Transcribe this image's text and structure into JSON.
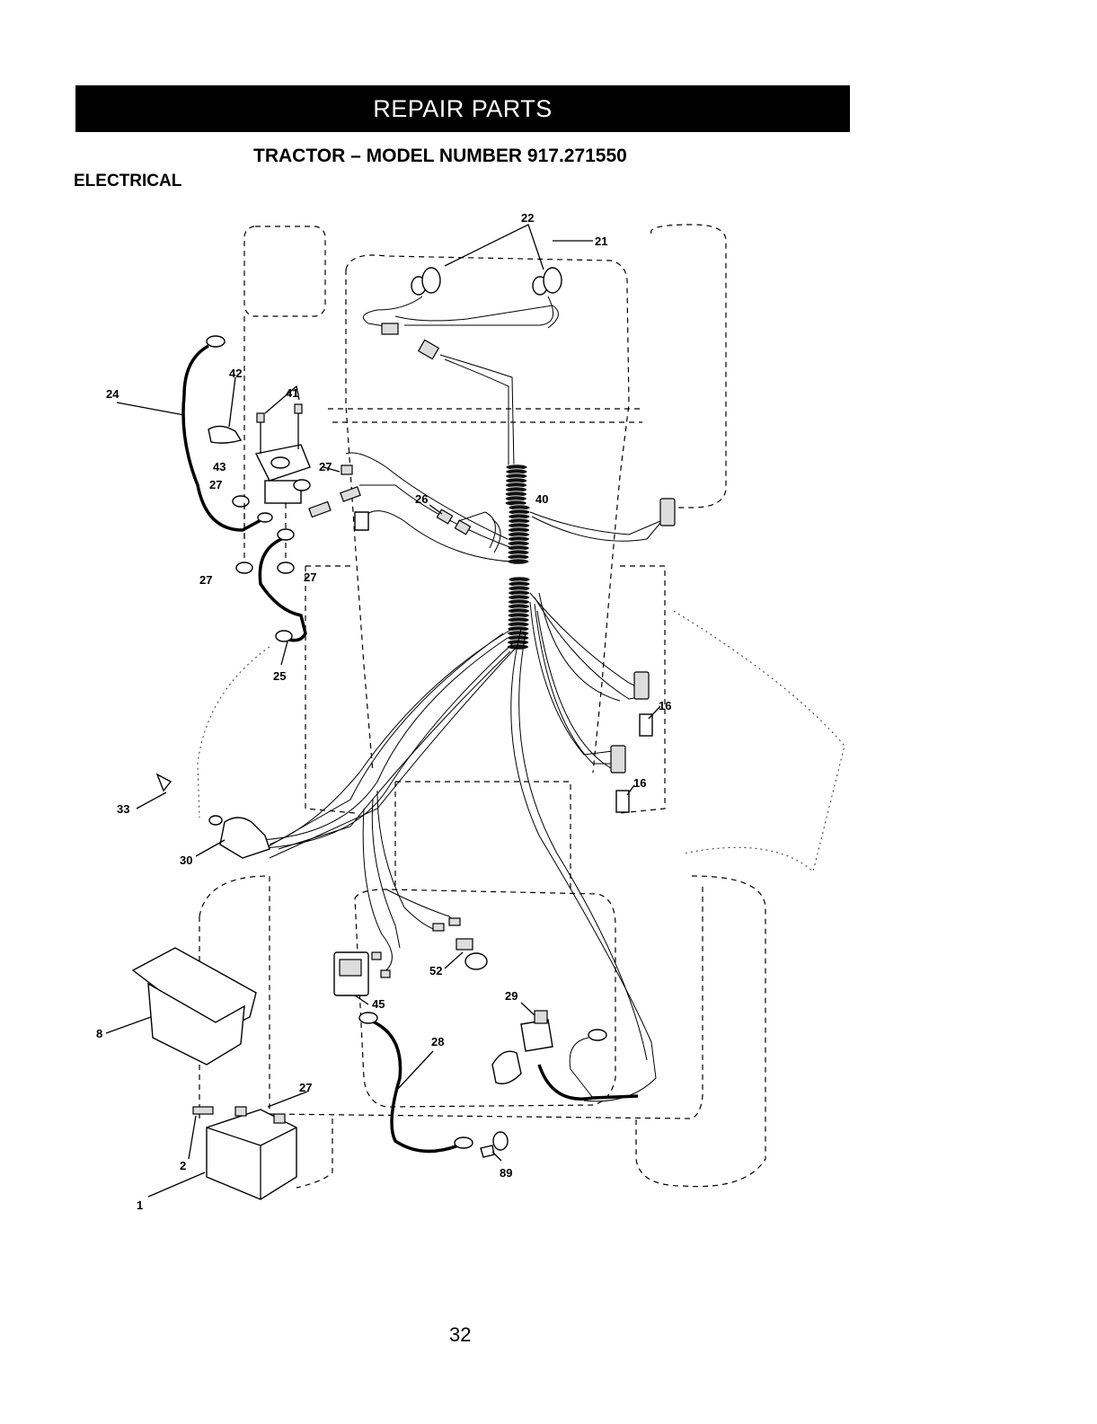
{
  "header": {
    "banner": "REPAIR PARTS",
    "model_title": "TRACTOR – MODEL NUMBER 917.271550",
    "section": "ELECTRICAL"
  },
  "diagram": {
    "callouts": {
      "c1": "1",
      "c2": "2",
      "c8": "8",
      "c16a": "16",
      "c16b": "16",
      "c21": "21",
      "c22": "22",
      "c24": "24",
      "c25": "25",
      "c26": "26",
      "c27a": "27",
      "c27b": "27",
      "c27c": "27",
      "c27d": "27",
      "c27e": "27",
      "c28": "28",
      "c29": "29",
      "c30": "30",
      "c33": "33",
      "c40": "40",
      "c41": "41",
      "c42": "42",
      "c43": "43",
      "c45": "45",
      "c52": "52",
      "c89": "89"
    }
  },
  "footer": {
    "page_number": "32"
  }
}
